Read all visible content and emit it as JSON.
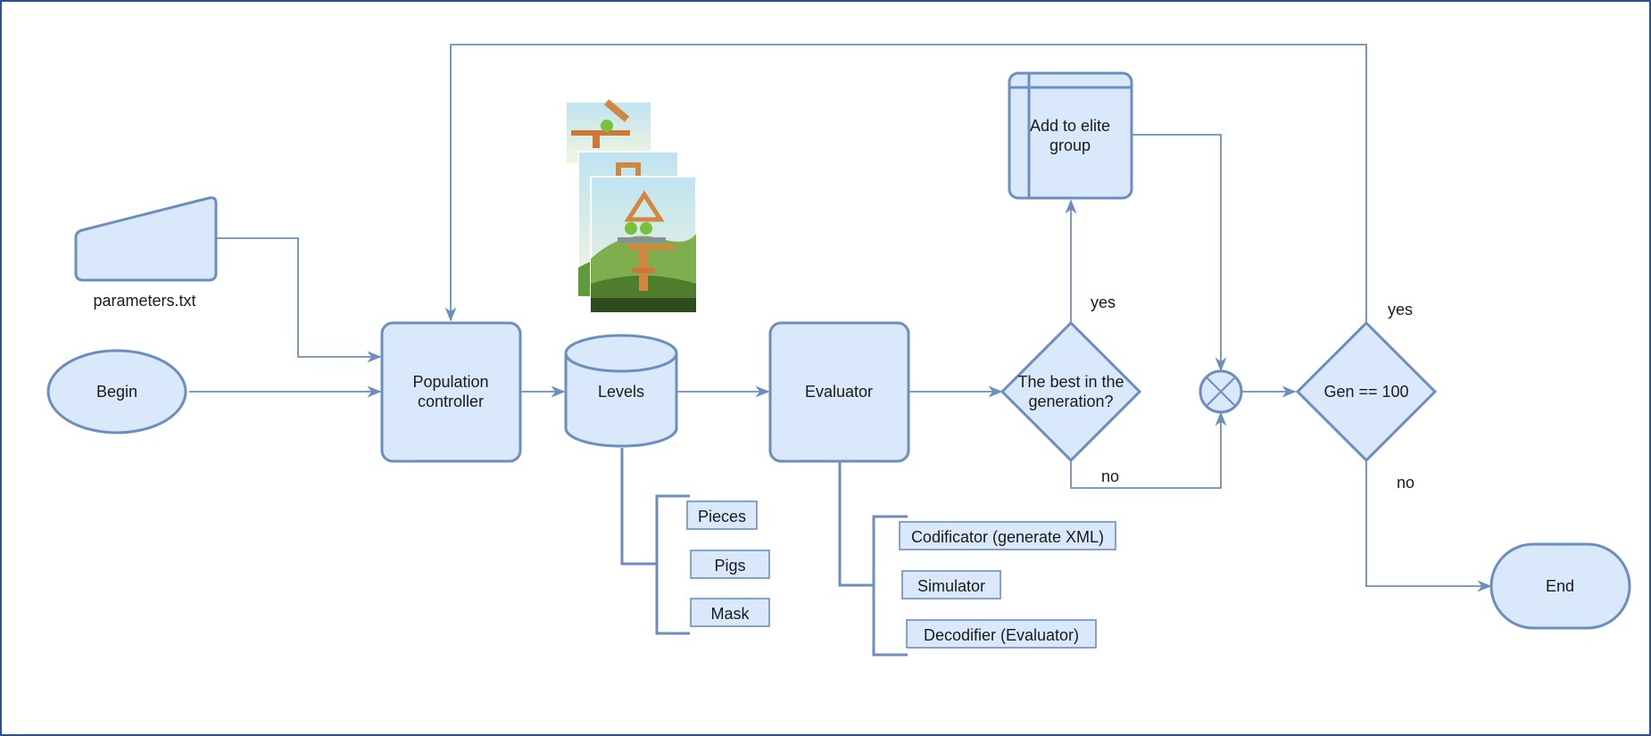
{
  "nodes": {
    "parameters": "parameters.txt",
    "begin": "Begin",
    "population_line1": "Population",
    "population_line2": "controller",
    "levels": "Levels",
    "evaluator": "Evaluator",
    "decision1_line1": "The best in the",
    "decision1_line2": "generation?",
    "elite_line1": "Add to elite",
    "elite_line2": "group",
    "decision2": "Gen == 100",
    "end": "End"
  },
  "edge_labels": {
    "d1_yes": "yes",
    "d1_no": "no",
    "d2_yes": "yes",
    "d2_no": "no"
  },
  "levels_items": [
    "Pieces",
    "Pigs",
    "Mask"
  ],
  "evaluator_items": [
    "Codificator (generate XML)",
    "Simulator",
    "Decodifier (Evaluator)"
  ],
  "colors": {
    "fill": "#dae8fc",
    "stroke": "#6c8ebf",
    "frame": "#2f4f8f"
  },
  "images": [
    "level-thumbnail-1",
    "level-thumbnail-2",
    "level-thumbnail-3"
  ]
}
